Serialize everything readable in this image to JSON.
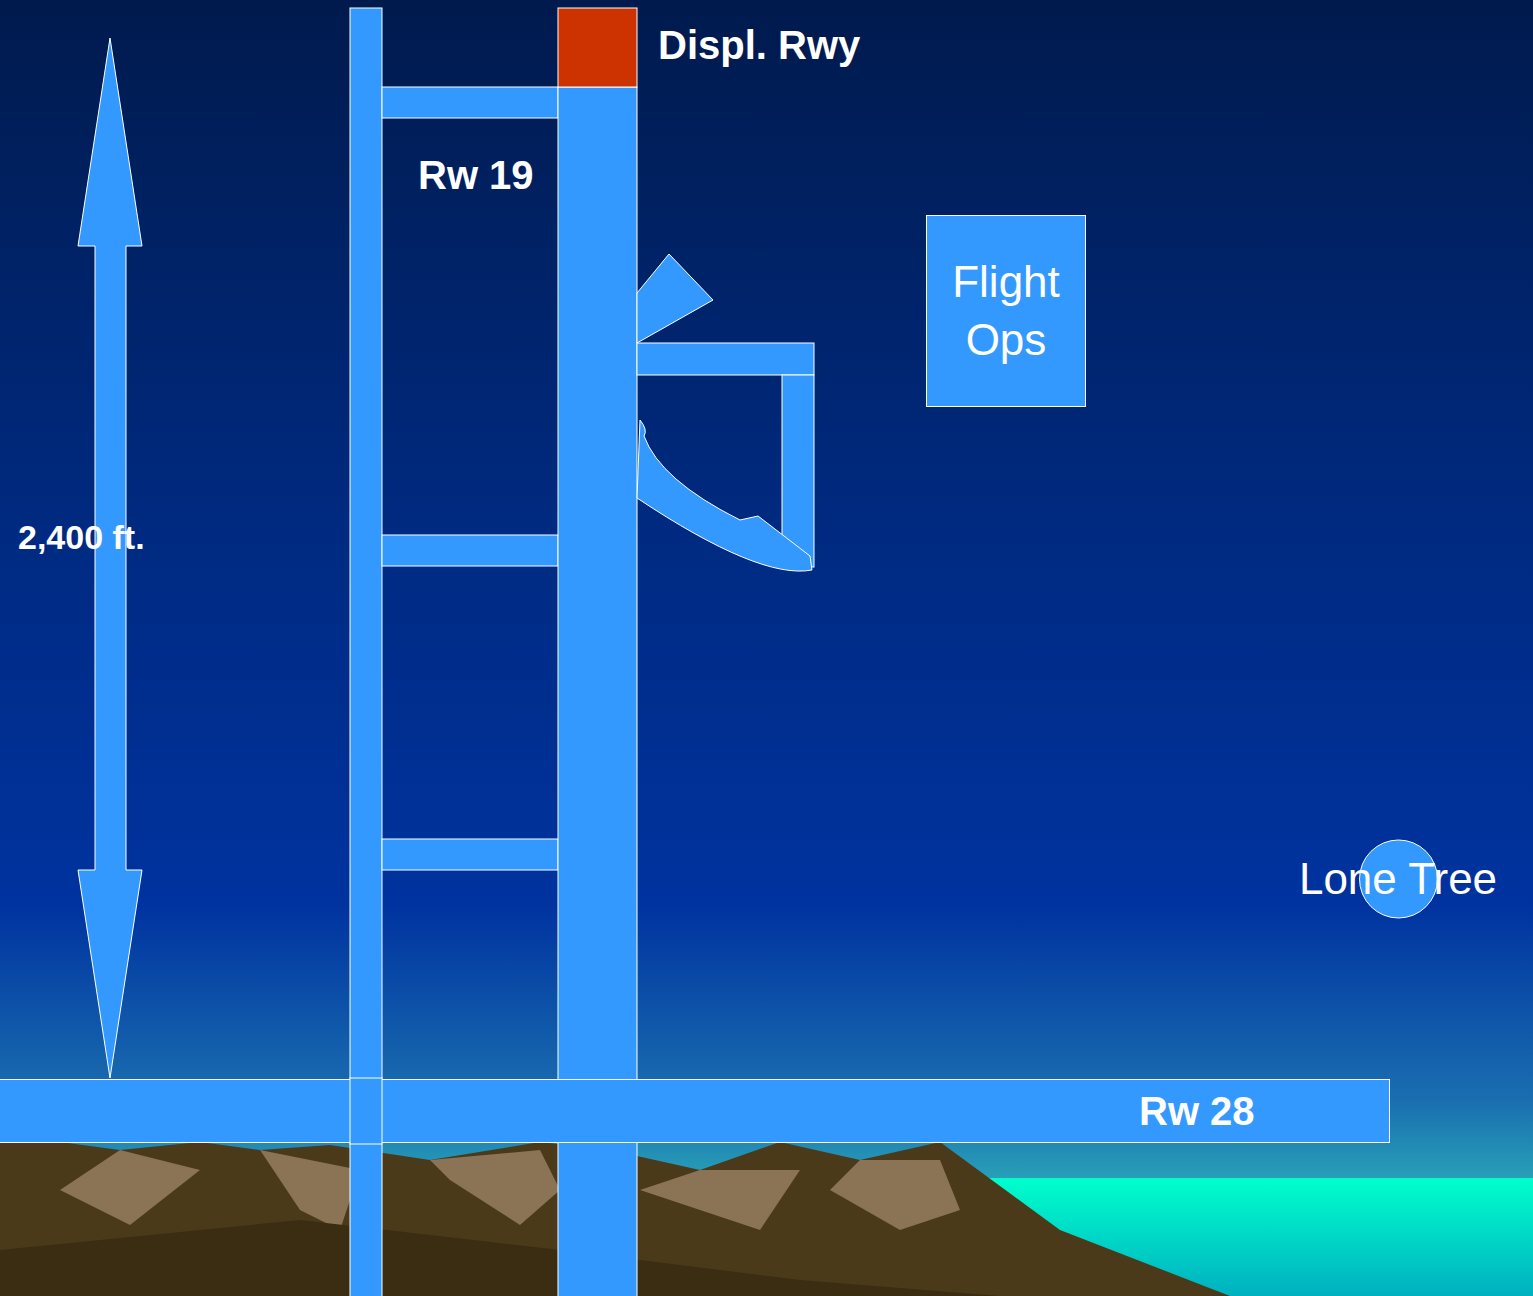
{
  "diagram": {
    "nodes": [
      {
        "text": [
          "Flight Ops"
        ]
      },
      {
        "text": [
          "Lone Tree"
        ]
      },
      {
        "text": [
          "Rw 28"
        ]
      }
    ],
    "labels": [
      "Displ. Rwy",
      "Rw 19",
      "2,400 ft."
    ]
  }
}
